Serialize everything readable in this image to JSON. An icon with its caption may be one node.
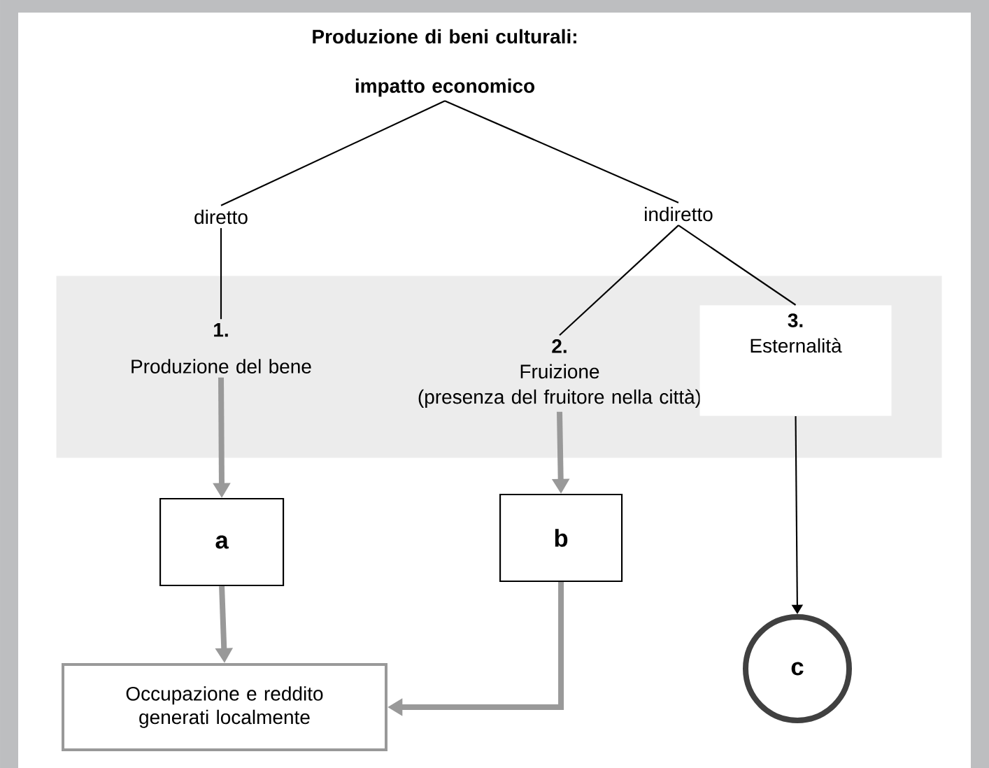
{
  "diagram": {
    "nodes": [
      {
        "text": [
          "Produzione di beni culturali: impatto economico"
        ]
      },
      {
        "text": [
          "diretto"
        ]
      },
      {
        "text": [
          "indiretto"
        ]
      },
      {
        "text": [],
        "shape": "box"
      },
      {
        "text": [
          "1.",
          "Produzione del bene"
        ],
        "in": 3
      },
      {
        "text": [
          "2.",
          "Fruizione",
          "(presenza del fruitore nella città)"
        ],
        "in": 3
      },
      {
        "text": [
          "3.",
          "Esternalità"
        ],
        "in": 3
      },
      {
        "text": [
          "a"
        ]
      },
      {
        "text": [
          "b"
        ]
      },
      {
        "text": [
          "c"
        ]
      },
      {
        "text": [
          "Occupazione e reddito generati localmente"
        ]
      }
    ],
    "edges": [
      {
        "from": 0,
        "to": 1,
        "arrow": "none"
      },
      {
        "from": 0,
        "to": 2,
        "arrow": "none"
      },
      {
        "from": 1,
        "to": 4,
        "arrow": "none"
      },
      {
        "from": 2,
        "to": 5,
        "arrow": "none"
      },
      {
        "from": 2,
        "to": 6,
        "arrow": "none"
      },
      {
        "from": 4,
        "to": 7,
        "arrow": "to",
        "style": "thick",
        "color": "#999999"
      },
      {
        "from": 5,
        "to": 8,
        "arrow": "to",
        "style": "thick",
        "color": "#999999"
      },
      {
        "from": 6,
        "to": 9,
        "arrow": "to"
      },
      {
        "from": 7,
        "to": 10,
        "arrow": "to",
        "style": "thick",
        "color": "#999999"
      },
      {
        "from": 8,
        "to": 10,
        "arrow": "to",
        "style": "thick",
        "color": "#999999"
      }
    ]
  }
}
